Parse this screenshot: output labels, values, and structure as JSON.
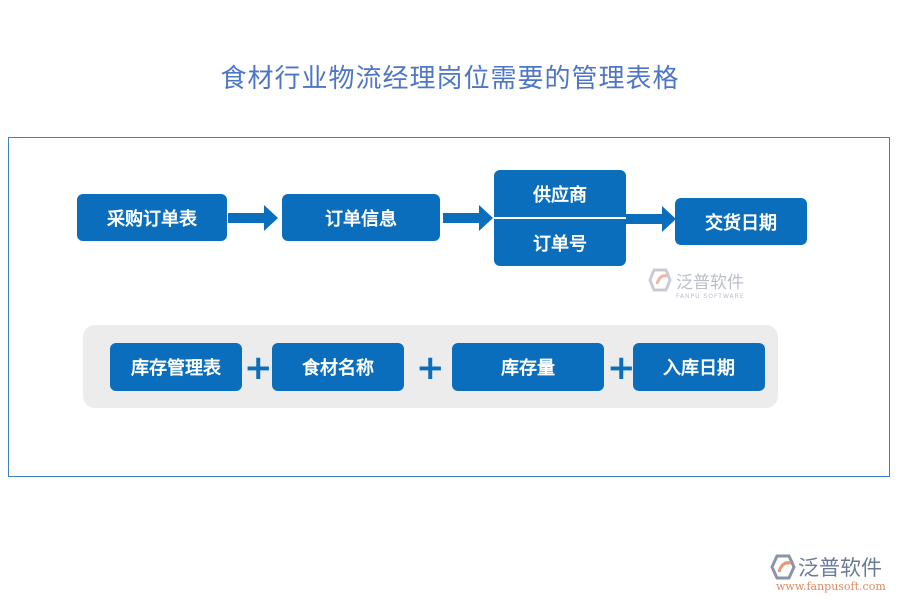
{
  "title": "食材行业物流经理岗位需要的管理表格",
  "flow": {
    "items": [
      "采购订单表",
      "订单信息",
      "供应商",
      "订单号",
      "交货日期"
    ]
  },
  "inventory": {
    "items": [
      "库存管理表",
      "食材名称",
      "库存量",
      "入库日期"
    ],
    "separator": "+"
  },
  "watermark": {
    "cn": "泛普软件",
    "en": "FANPU SOFTWARE"
  },
  "logo": {
    "cn": "泛普软件",
    "url": "www.fanpusoft.com"
  },
  "colors": {
    "box": "#0a6ebd",
    "title": "#4e76c7",
    "panel": "#ececec",
    "frame": "#3a82c6"
  }
}
